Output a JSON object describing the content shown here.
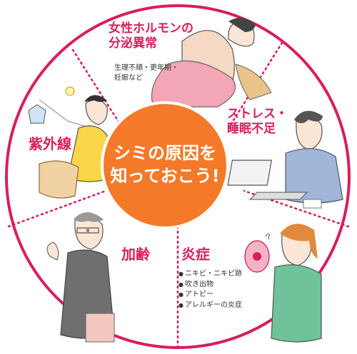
{
  "center": {
    "line1": "シミの原因を",
    "line2": "知っておこう!"
  },
  "segments": {
    "hormone": {
      "title_line1": "女性ホルモンの",
      "title_line2": "分泌異常",
      "note_line1": "生理不順・更年期・",
      "note_line2": "妊娠など"
    },
    "stress": {
      "title_line1": "ストレス・",
      "title_line2": "睡眠不足"
    },
    "inflammation": {
      "title": "炎症",
      "items": [
        "ニキビ・ニキビ跡",
        "吹き出物",
        "アトピー",
        "アレルギーの炎症"
      ]
    },
    "aging": {
      "title": "加齢"
    },
    "uv": {
      "title": "紫外線"
    }
  },
  "colors": {
    "ring": "#d81e5b",
    "center_fill": "#f47a2a",
    "text_accent": "#d81e5b"
  }
}
